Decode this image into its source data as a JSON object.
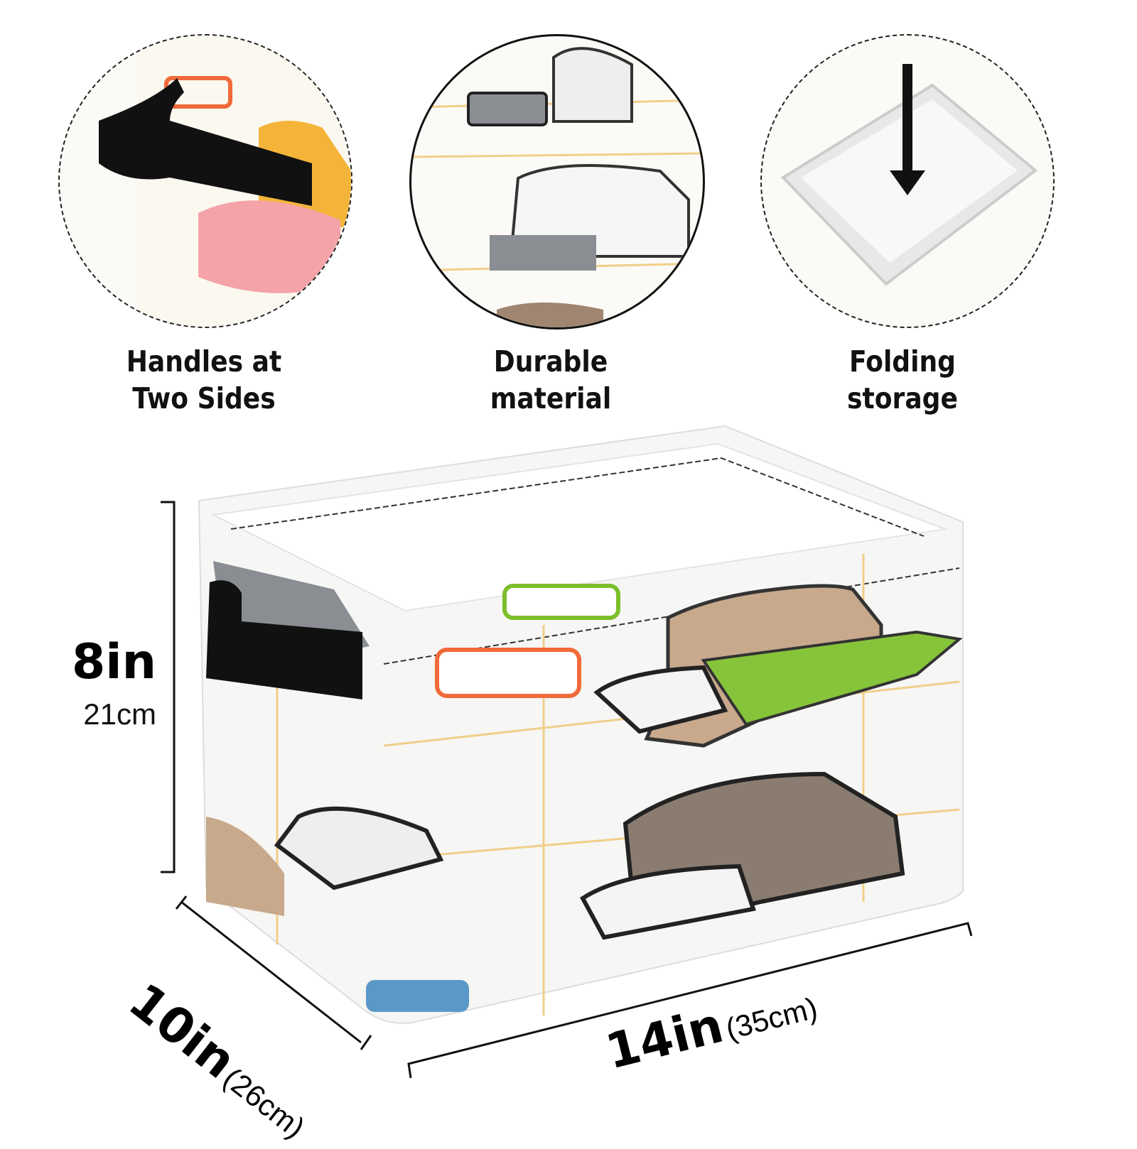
{
  "features": [
    {
      "line1": "Handles at",
      "line2": "Two Sides",
      "icon": "handle-closeup"
    },
    {
      "line1": "Durable",
      "line2": "material",
      "icon": "fabric-closeup"
    },
    {
      "line1": "Folding",
      "line2": "storage",
      "icon": "folding-arrow"
    }
  ],
  "dimensions": {
    "height_in": "8in",
    "height_cm": "21cm",
    "depth_in": "10in",
    "depth_cm": "(26cm)",
    "width_in": "14in",
    "width_cm": "(35cm)"
  },
  "colors": {
    "accent_green": "#7cbf2a",
    "accent_orange": "#f06a3a",
    "grid": "#f0cf8a"
  }
}
